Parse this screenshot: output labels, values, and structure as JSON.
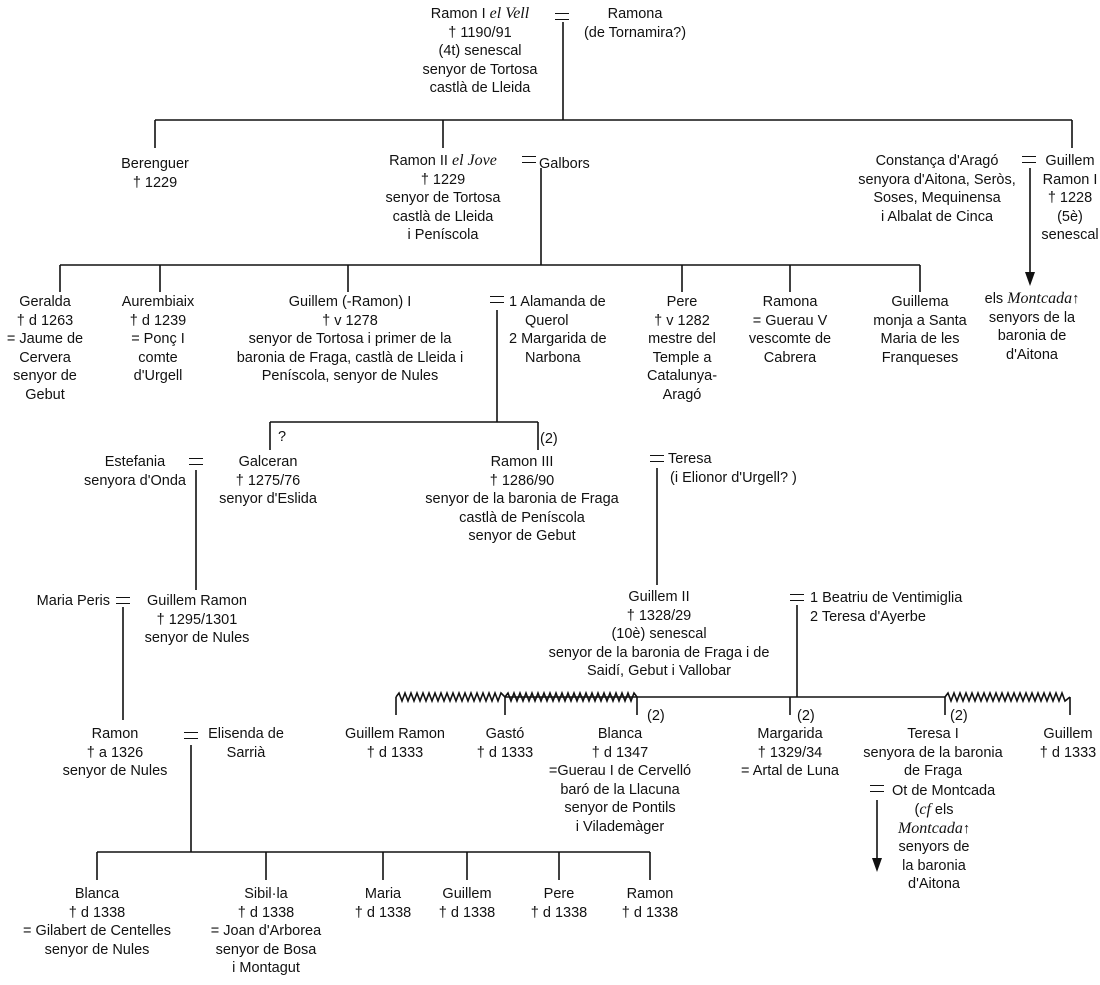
{
  "gen1": {
    "ramon_i": {
      "name": "Ramon I",
      "epithet": "el Vell",
      "lines": [
        "† 1190/91",
        "(4t) senescal",
        "senyor de Tortosa",
        "castlà de Lleida"
      ]
    },
    "ramona": [
      "Ramona",
      "(de Tornamira?)"
    ]
  },
  "gen2": {
    "berenguer": [
      "Berenguer",
      "† 1229"
    ],
    "ramon_ii": {
      "name": "Ramon II",
      "epithet": "el Jove",
      "lines": [
        "† 1229",
        "senyor de Tortosa",
        "castlà de Lleida",
        "i Peníscola"
      ]
    },
    "galbors": "Galbors",
    "constanca": [
      "Constança d'Aragó",
      "senyora d'Aitona, Seròs,",
      "Soses, Mequinensa",
      "i Albalat de Cinca"
    ],
    "guillem_ramon_i": [
      "Guillem",
      "Ramon I",
      "† 1228",
      "(5è)",
      "senescal"
    ],
    "montcada1": {
      "pre": "els",
      "name": "Montcada",
      "lines": [
        "senyors de la",
        "baronia de",
        "d'Aitona"
      ]
    }
  },
  "gen3": {
    "geralda": [
      "Geralda",
      "† d 1263",
      "= Jaume de",
      "Cervera",
      "senyor de",
      "Gebut"
    ],
    "aurembiaix": [
      "Aurembiaix",
      "† d 1239",
      "= Ponç I",
      "comte",
      "d'Urgell"
    ],
    "guillem_ramon_i2": [
      "Guillem (-Ramon) I",
      "† v 1278",
      "senyor de Tortosa i primer de la",
      "baronia de Fraga, castlà de Lleida i",
      "Peníscola, senyor de Nules"
    ],
    "wives": [
      "1 Alamanda de",
      "Querol",
      "2 Margarida de",
      "Narbona"
    ],
    "pere": [
      "Pere",
      "† v 1282",
      "mestre del",
      "Temple a",
      "Catalunya-",
      "Aragó"
    ],
    "ramona2": [
      "Ramona",
      "= Guerau V",
      "vescomte de",
      "Cabrera"
    ],
    "guillema": [
      "Guillema",
      "monja a Santa",
      "Maria de les",
      "Franqueses"
    ]
  },
  "gen4": {
    "mark_q": "?",
    "mark_2": "(2)",
    "estefania": [
      "Estefania",
      "senyora d'Onda"
    ],
    "galceran": [
      "Galceran",
      "† 1275/76",
      "senyor d'Eslida"
    ],
    "ramon_iii": [
      "Ramon III",
      "† 1286/90",
      "senyor de la baronia de Fraga",
      "castlà de Peníscola",
      "senyor de Gebut"
    ],
    "teresa": [
      "Teresa",
      "(i Elionor d'Urgell? )"
    ]
  },
  "gen5": {
    "maria_peris": "Maria Peris",
    "guillem_ramon": [
      "Guillem Ramon",
      "† 1295/1301",
      "senyor de Nules"
    ],
    "guillem_ii": [
      "Guillem II",
      "† 1328/29",
      "(10è) senescal",
      "senyor de la baronia de Fraga i de",
      "Saidí, Gebut i Vallobar"
    ],
    "beatriu": [
      "1 Beatriu de Ventimiglia",
      "2 Teresa d'Ayerbe"
    ]
  },
  "gen6": {
    "ramon": [
      "Ramon",
      "† a 1326",
      "senyor de Nules"
    ],
    "elisenda": [
      "Elisenda de",
      "Sarrià"
    ],
    "guillem_ramon2": [
      "Guillem Ramon",
      "† d 1333"
    ],
    "gasto": [
      "Gastó",
      "† d 1333"
    ],
    "blanca": [
      "Blanca",
      "† d 1347",
      "=Guerau I de Cervelló",
      "baró de la Llacuna",
      "senyor de Pontils",
      "i Vilademàger"
    ],
    "margarida": [
      "Margarida",
      "† 1329/34",
      "= Artal de Luna"
    ],
    "teresa_i": [
      "Teresa I",
      "senyora de la baronia",
      "de Fraga"
    ],
    "ot": "Ot de Montcada",
    "cf": {
      "pre": "(",
      "cf": "cf",
      "post": " els",
      "name": "Montcada",
      "lines": [
        "senyors de",
        "la baronia",
        "d'Aitona"
      ]
    },
    "guillem": [
      "Guillem",
      "† d 1333"
    ],
    "mark2": "(2)"
  },
  "gen7": {
    "blanca2": [
      "Blanca",
      "† d 1338",
      "= Gilabert de Centelles",
      "senyor de Nules"
    ],
    "sibilla": [
      "Sibil·la",
      "† d 1338",
      "= Joan d'Arborea",
      "senyor de Bosa",
      "i Montagut"
    ],
    "maria": [
      "Maria",
      "† d 1338"
    ],
    "guillem3": [
      "Guillem",
      "† d 1338"
    ],
    "pere2": [
      "Pere",
      "† d 1338"
    ],
    "ramon3": [
      "Ramon",
      "† d 1338"
    ]
  }
}
